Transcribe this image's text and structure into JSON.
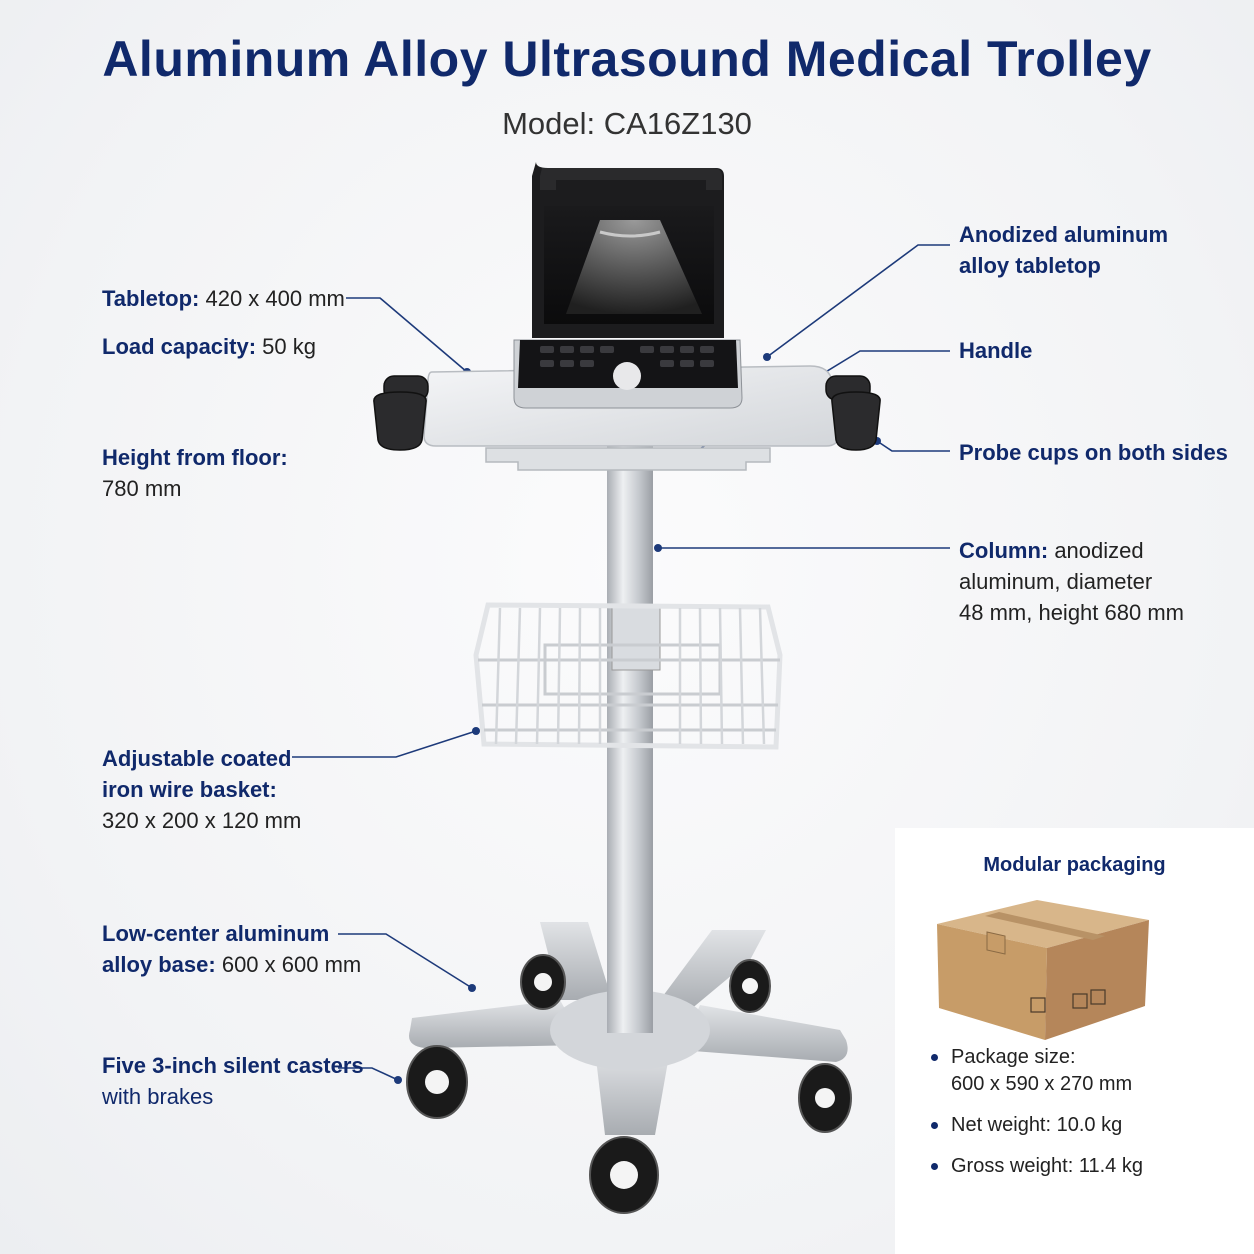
{
  "header": {
    "title": "Aluminum Alloy Ultrasound Medical Trolley",
    "model": "Model: CA16Z130"
  },
  "callouts": {
    "tabletop": {
      "key": "Tabletop:",
      "value": " 420 x 400 mm"
    },
    "load": {
      "key": "Load capacity:",
      "value": " 50 kg"
    },
    "height": {
      "key": "Height from floor:",
      "value": "780 mm"
    },
    "basket": {
      "line1": "Adjustable coated",
      "line2": "iron wire basket:",
      "value": "320 x 200 x 120 mm"
    },
    "base": {
      "line1": "Low-center aluminum",
      "key2": "alloy base:",
      "value": " 600 x 600 mm"
    },
    "casters": {
      "line1": "Five 3-inch silent casters",
      "line2": "with brakes"
    },
    "anodized_tabletop": {
      "line1": "Anodized aluminum",
      "line2": "alloy tabletop"
    },
    "handle": {
      "label": "Handle"
    },
    "probe_cups": {
      "label": "Probe cups on both sides"
    },
    "column": {
      "key": "Column:",
      "value": " anodized",
      "line2": "aluminum, diameter",
      "line3": "48 mm, height 680 mm"
    }
  },
  "packaging": {
    "title": "Modular packaging",
    "items": [
      {
        "label": "Package size:",
        "value": "600 x 590 x 270 mm"
      },
      {
        "label": "Net weight: 10.0 kg"
      },
      {
        "label": "Gross weight: 11.4 kg"
      }
    ]
  },
  "colors": {
    "accent": "#10296b",
    "leader": "#1d3a7a"
  }
}
